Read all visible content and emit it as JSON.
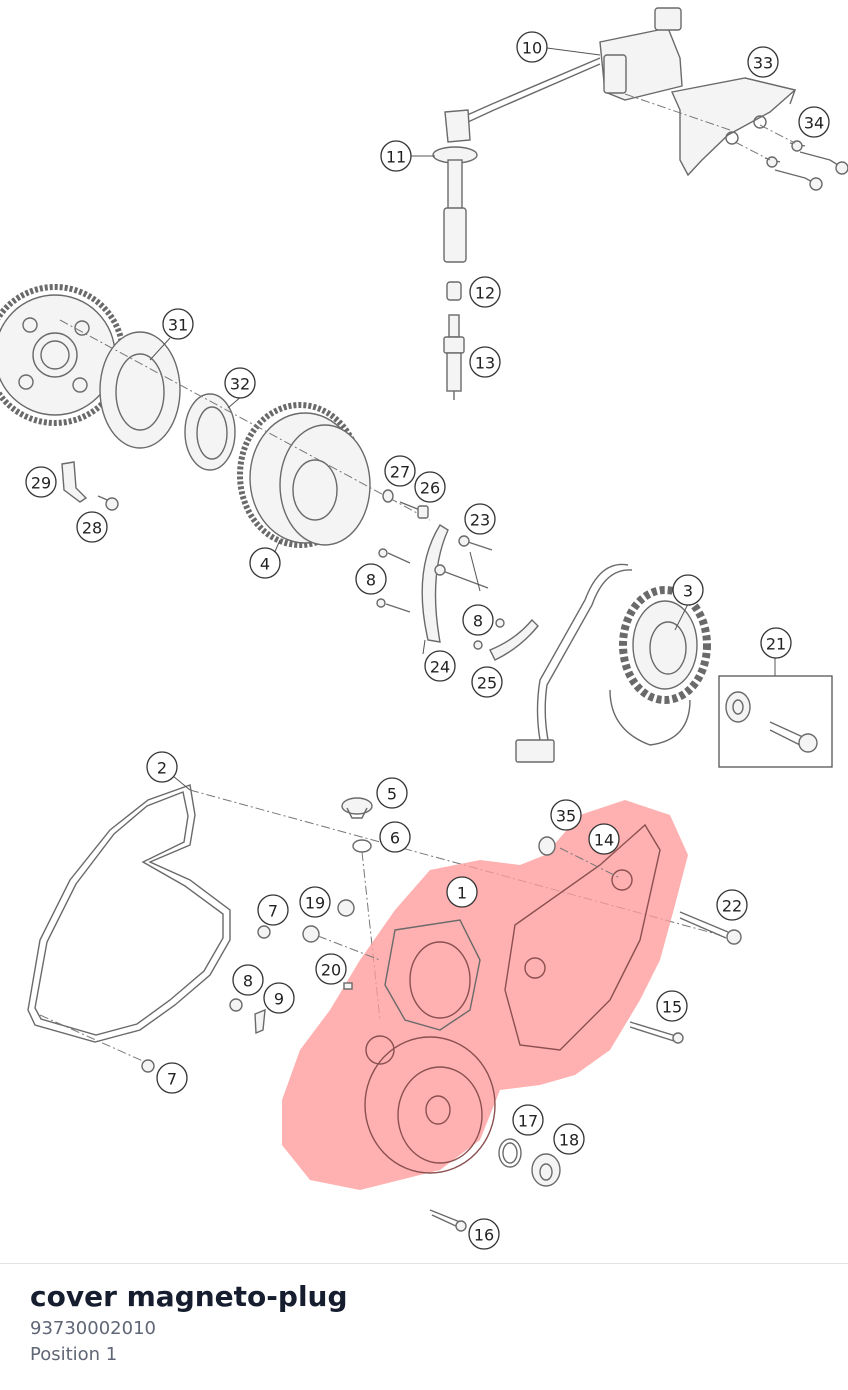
{
  "part": {
    "title": "cover magneto-plug",
    "number": "93730002010",
    "position": "Position 1"
  },
  "colors": {
    "highlight": "#ff9a9a",
    "line": "#6a6a6a"
  },
  "callouts": [
    {
      "id": "c10",
      "label": "10"
    },
    {
      "id": "c33",
      "label": "33"
    },
    {
      "id": "c34",
      "label": "34"
    },
    {
      "id": "c11",
      "label": "11"
    },
    {
      "id": "c12",
      "label": "12"
    },
    {
      "id": "c13",
      "label": "13"
    },
    {
      "id": "c31",
      "label": "31"
    },
    {
      "id": "c32",
      "label": "32"
    },
    {
      "id": "c29",
      "label": "29"
    },
    {
      "id": "c28",
      "label": "28"
    },
    {
      "id": "c27",
      "label": "27"
    },
    {
      "id": "c26",
      "label": "26"
    },
    {
      "id": "c23",
      "label": "23"
    },
    {
      "id": "c4",
      "label": "4"
    },
    {
      "id": "c8a",
      "label": "8"
    },
    {
      "id": "c3",
      "label": "3"
    },
    {
      "id": "c8b",
      "label": "8"
    },
    {
      "id": "c21",
      "label": "21"
    },
    {
      "id": "c24",
      "label": "24"
    },
    {
      "id": "c25",
      "label": "25"
    },
    {
      "id": "c2",
      "label": "2"
    },
    {
      "id": "c5",
      "label": "5"
    },
    {
      "id": "c6",
      "label": "6"
    },
    {
      "id": "c35",
      "label": "35"
    },
    {
      "id": "c14",
      "label": "14"
    },
    {
      "id": "c1",
      "label": "1"
    },
    {
      "id": "c7a",
      "label": "7"
    },
    {
      "id": "c19",
      "label": "19"
    },
    {
      "id": "c22",
      "label": "22"
    },
    {
      "id": "c20",
      "label": "20"
    },
    {
      "id": "c8c",
      "label": "8"
    },
    {
      "id": "c9",
      "label": "9"
    },
    {
      "id": "c15",
      "label": "15"
    },
    {
      "id": "c7b",
      "label": "7"
    },
    {
      "id": "c17",
      "label": "17"
    },
    {
      "id": "c18",
      "label": "18"
    },
    {
      "id": "c16",
      "label": "16"
    }
  ]
}
